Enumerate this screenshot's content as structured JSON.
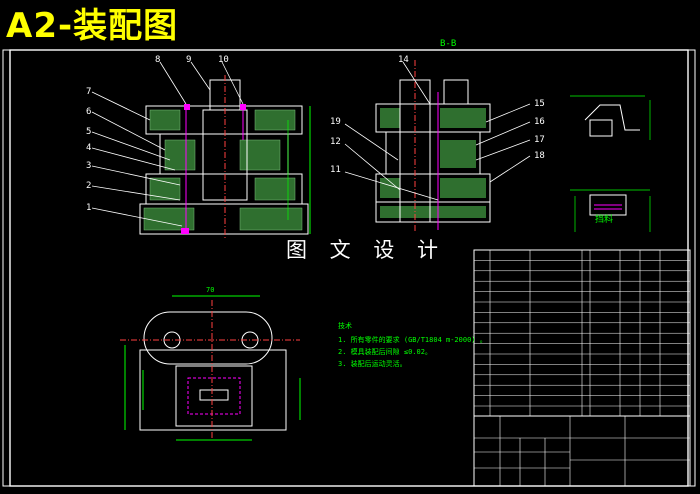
{
  "title": "A2-装配图",
  "watermark": "图 文 设 计",
  "section_label": "B-B",
  "part_caption": "挡料",
  "width_dim": "70",
  "balloons_left": [
    "7",
    "6",
    "5",
    "4",
    "3",
    "2",
    "1",
    "8",
    "9",
    "10"
  ],
  "balloons_right": [
    "14",
    "15",
    "16",
    "17",
    "18",
    "19",
    "12",
    "11"
  ],
  "notes": {
    "heading": "技术",
    "lines": [
      "1. 所有零件的要求 (GB/T1804 m-2000) 。",
      "2. 模具装配后间隙 ≤0.02。",
      "3. 装配后运动灵活。"
    ]
  },
  "colors": {
    "background": "#000000",
    "outline": "#ffffff",
    "title": "#ffff00",
    "dimension": "#00ff00",
    "hatch": "#7fbf7f",
    "accent": "#ff00ff",
    "center": "#ff0000"
  }
}
